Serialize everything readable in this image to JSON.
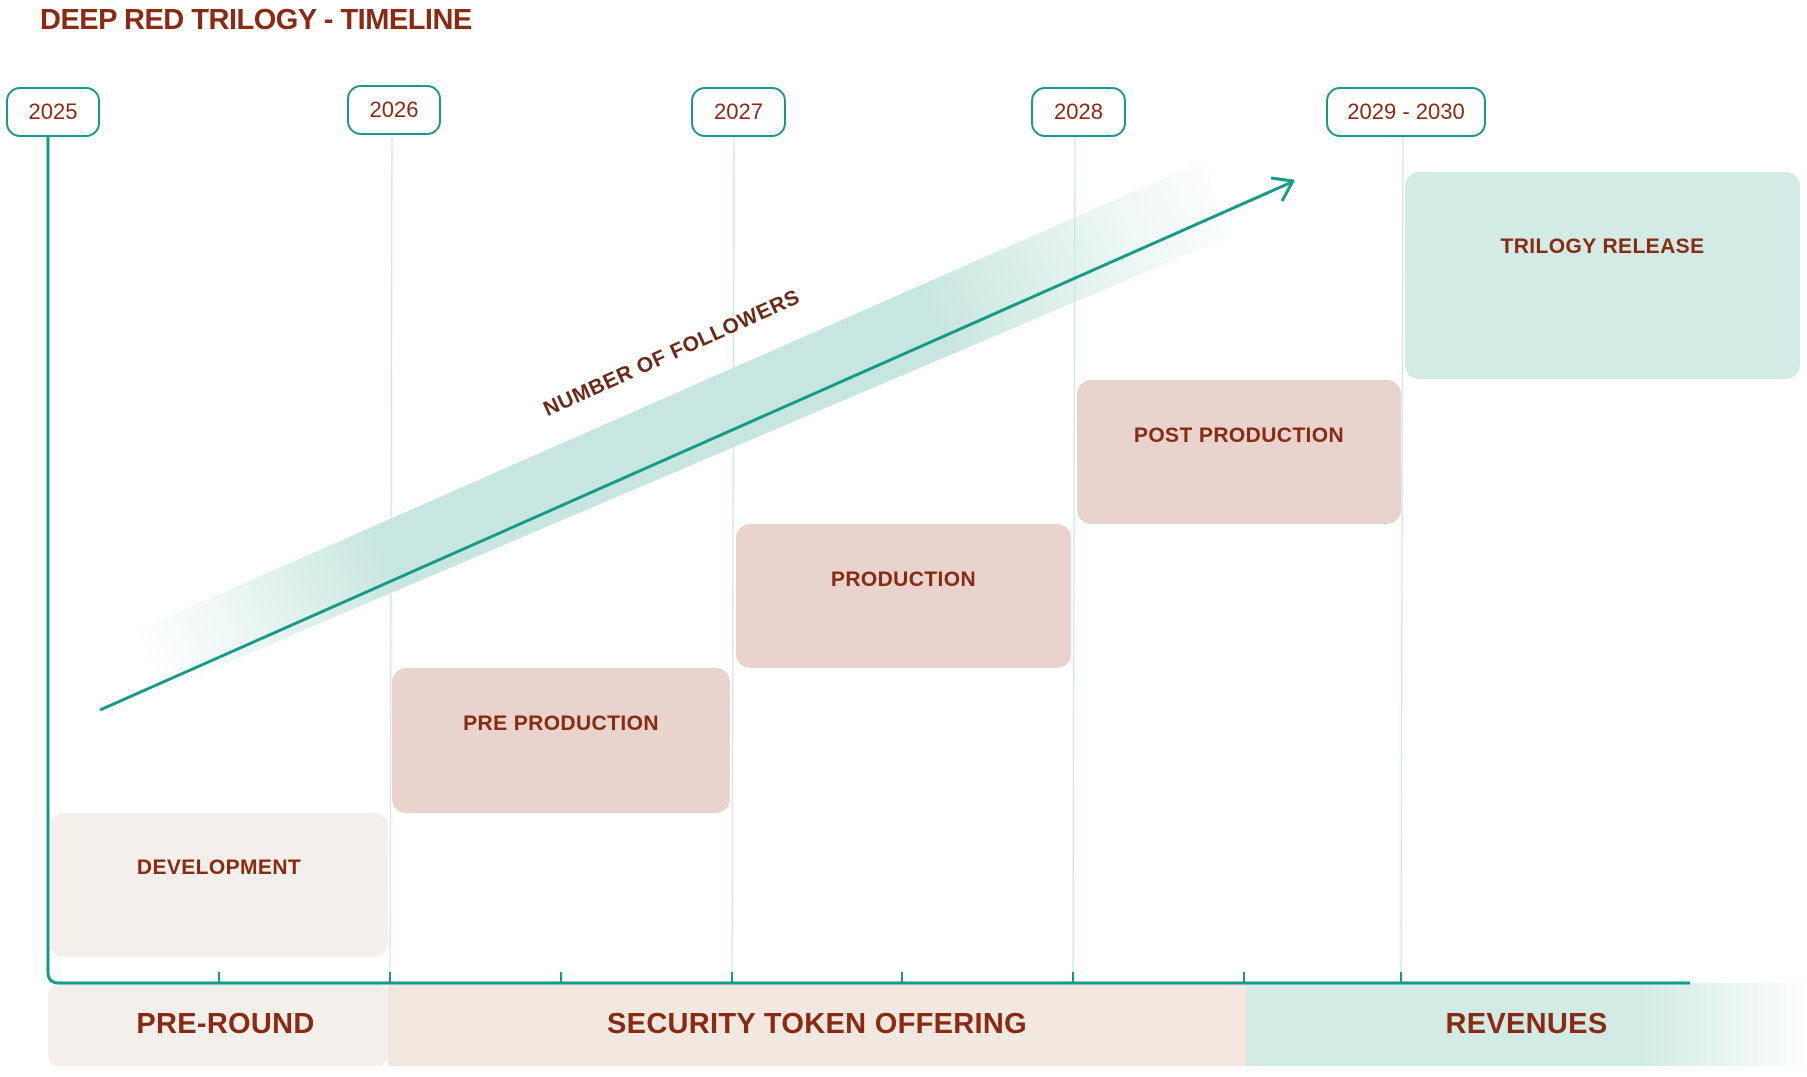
{
  "title": "DEEP RED TRILOGY - TIMELINE",
  "years": [
    "2025",
    "2026",
    "2027",
    "2028",
    "2029 - 2030"
  ],
  "phases": {
    "development": "DEVELOPMENT",
    "pre_production": "PRE PRODUCTION",
    "production": "PRODUCTION",
    "post_production": "POST PRODUCTION",
    "trilogy_release": "TRILOGY RELEASE"
  },
  "growth_arrow_label": "NUMBER OF FOLLOWERS",
  "bands": {
    "pre_round": "PRE-ROUND",
    "security_token_offering": "SECURITY TOKEN OFFERING",
    "revenues": "REVENUES"
  },
  "colors": {
    "teal": "#159a86",
    "dark_red": "#8a2a12",
    "beige": "#f3efea",
    "pink": "#e8d3cd",
    "mint": "#d2ebe5",
    "sto_band": "#f2e8e0"
  }
}
